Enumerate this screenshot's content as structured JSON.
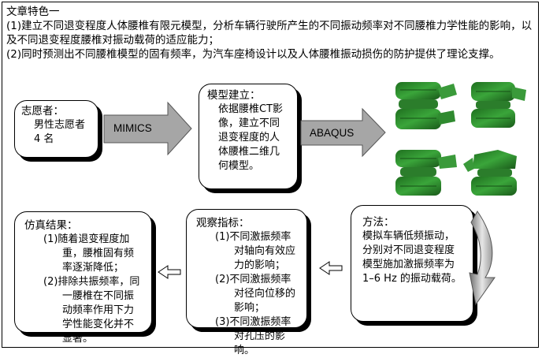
{
  "features": {
    "title": "文章特色一",
    "items": [
      "(1)建立不同退变程度人体腰椎有限元模型，分析车辆行驶所产生的不同振动频率对不同腰椎力学性能的影响，以及不同退变程度腰椎对振动载荷的适应能力；",
      "(2)同时预测出不同腰椎模型的固有频率，为汽车座椅设计以及人体腰椎振动损伤的防护提供了理论支撑。"
    ]
  },
  "nodes": {
    "volunteer": {
      "head": "志愿者：",
      "body": "男性志愿者 4 名"
    },
    "model": {
      "head": "模型建立：",
      "body": "依据腰椎CT影像，建立不同退变程度的人体腰椎二维几何模型。"
    },
    "method": {
      "head": "方法：",
      "body": "模拟车辆低频振动，分别对不同退变程度模型施加激振频率为1–6 Hz 的振动载荷。"
    },
    "indicators": {
      "head": "观察指标：",
      "items": [
        "(1)不同激振频率对轴向有效应力的影响；",
        "(2)不同激振频率对径向位移的影响；",
        "(3)不同激振频率对孔压的影响。"
      ]
    },
    "results": {
      "head": "仿真结果：",
      "items": [
        "(1)随着退变程度加重，腰椎固有频率逐渐降低；",
        "(2)排除共振频率，同一腰椎在不同振动频率作用下力学性能变化并不显著。"
      ]
    }
  },
  "arrows": {
    "mimics": "MIMICS",
    "abaqus": "ABAQUS"
  },
  "colors": {
    "arrow_fill": "#a6a6a6",
    "vertebra_green": "#2f8f2f"
  }
}
